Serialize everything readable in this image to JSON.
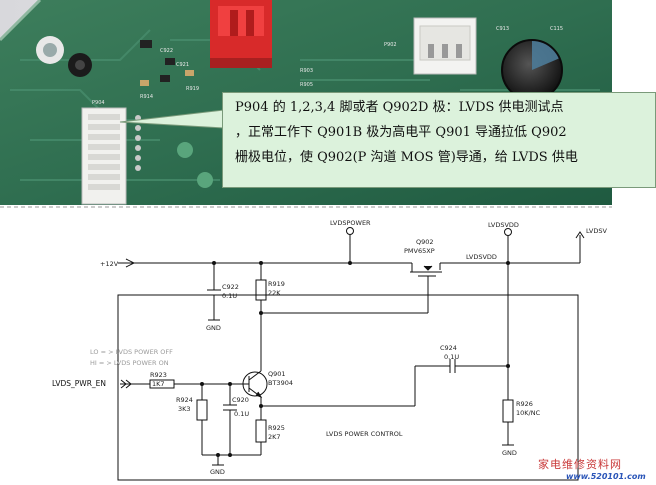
{
  "callout": {
    "lines": [
      "P904 的 1,2,3,4 脚或者 Q902D 极：LVDS 供电测试点",
      "，正常工作下 Q901B 极为高电平 Q901 导通拉低 Q902",
      "栅极电位，使 Q902(P 沟道 MOS 管)导通，给 LVDS 供电"
    ]
  },
  "schematic": {
    "net_lvdspower": "LVDSPOWER",
    "net_lvdsvdd_top": "LVDSVDD",
    "net_lvdsvdd_mid": "LVDSVDD",
    "net_lvdsv_right": "LVDSV",
    "supply": "+12V",
    "q902_ref": "Q902",
    "q902_part": "PMV65XP",
    "c922_ref": "C922",
    "c922_val": "0.1U",
    "r919_ref": "R919",
    "r919_val": "22K",
    "gnd_1": "GND",
    "note_lo": "LO = > LVDS POWER OFF",
    "note_hi": "HI = > LVDS POWER ON",
    "c924_ref": "C924",
    "c924_val": "0.1U",
    "q901_ref": "Q901",
    "q901_part": "BT3904",
    "input_net": "LVDS_PWR_EN",
    "r923_ref": "R923",
    "r923_val": "1K7",
    "r924_ref": "R924",
    "r924_val": "3K3",
    "c920_ref": "C920",
    "c920_val": "0.1U",
    "r925_ref": "R925",
    "r925_val": "2K7",
    "r926_ref": "R926",
    "r926_val": "10K/NC",
    "block_label": "LVDS POWER CONTROL",
    "gnd_2": "GND",
    "gnd_3": "GND"
  },
  "pcb_silkscreen": [
    "C922",
    "C921",
    "R914",
    "R919",
    "C913",
    "R903",
    "P902",
    "C115",
    "P904",
    "R905"
  ],
  "watermark": {
    "site_cn": "家电维修资料网",
    "site_en": "www.520101.com"
  }
}
